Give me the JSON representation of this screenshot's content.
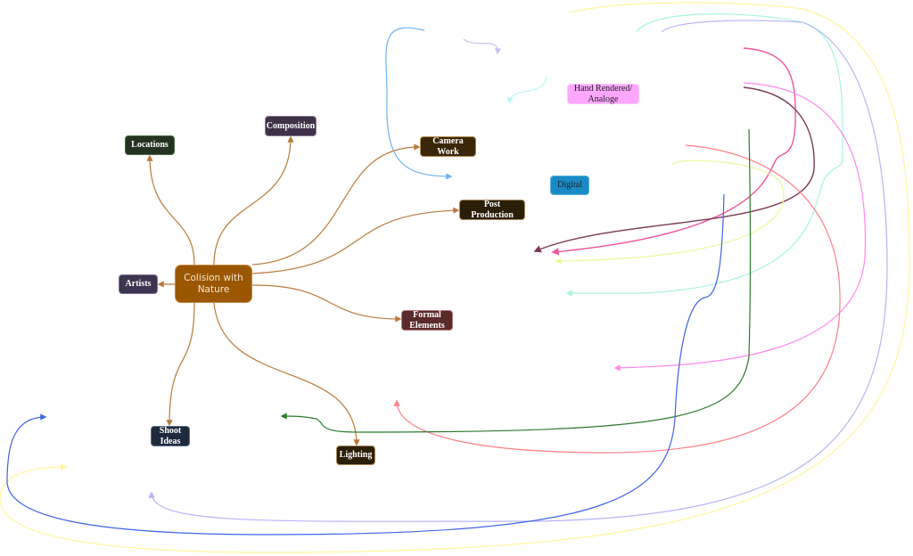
{
  "diagram": {
    "type": "mind-map",
    "center": {
      "id": "center",
      "label": "Colision with Nature",
      "color": "#9a5700",
      "border": "#c88a3c"
    },
    "nodes": [
      {
        "id": "locations",
        "label": "Locations",
        "color": "#243321",
        "border": "#4a6a44"
      },
      {
        "id": "composition",
        "label": "Composition",
        "color": "#3f3148",
        "border": "#8d7a99"
      },
      {
        "id": "camera-work",
        "label": "Camera Work",
        "color": "#3a2708",
        "border": "#b08a4a"
      },
      {
        "id": "post-production",
        "label": "Post Production",
        "color": "#2a1e06",
        "border": "#a88a52"
      },
      {
        "id": "artists",
        "label": "Artists",
        "color": "#3d3550",
        "border": "#7c7496"
      },
      {
        "id": "formal-elements",
        "label": "Formal\nElements",
        "color": "#5a2b2b",
        "border": "#b57a7a"
      },
      {
        "id": "shoot-ideas",
        "label": "Shoot\nIdeas",
        "color": "#1e2a3c",
        "border": "#5d6f8a"
      },
      {
        "id": "lighting",
        "label": "Lighting",
        "color": "#2b1f06",
        "border": "#a88a52"
      },
      {
        "id": "digital",
        "label": "Digital",
        "color": "#1a8ac4",
        "border": "#5ab4e2",
        "text_color": "#1b2430"
      },
      {
        "id": "hand-rendered",
        "label": "Hand Rendered/\nAnaloge",
        "color": "#ffa6ff",
        "border": "#ffc8ff",
        "text_color": "#222222"
      }
    ],
    "branch_color": "#b87a3a",
    "loose_link_colors": {
      "sky_blue": "#6fb4f0",
      "lavender": "#c8c0f4",
      "pale_cyan": "#bff6f6",
      "yellow": "#fff59a",
      "aquamarine": "#a6f5dc",
      "periwinkle": "#b7b4f7",
      "hot_pink": "#f0559c",
      "magenta": "#ff88ee",
      "maroon": "#7a3a58",
      "salmon": "#ff7f86",
      "lime_yellow": "#eaf79a",
      "green": "#2f7a2f",
      "blue": "#3f63e6"
    }
  }
}
